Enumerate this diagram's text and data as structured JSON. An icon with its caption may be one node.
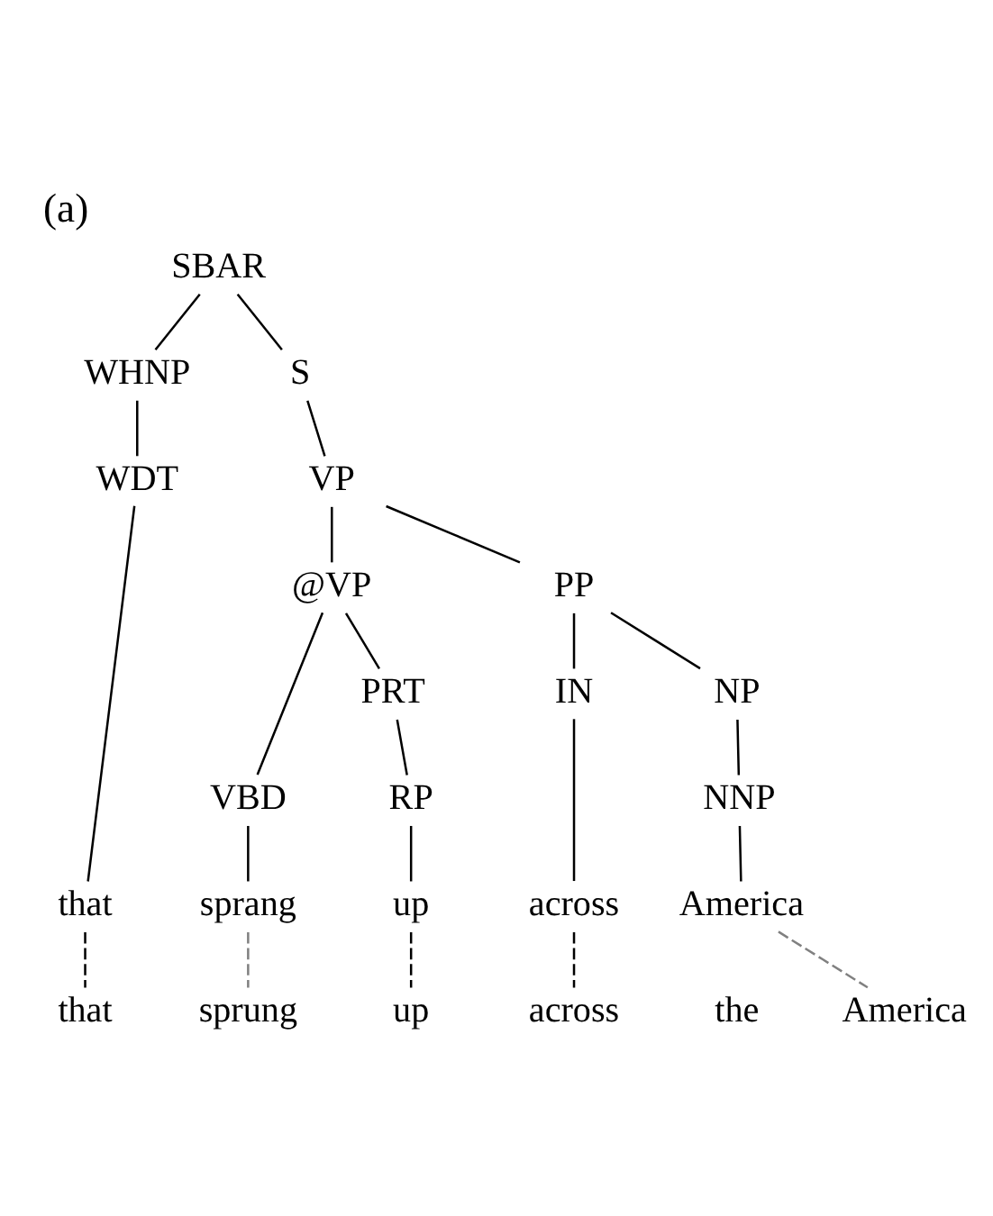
{
  "diagram": {
    "title": "(a)",
    "nodes": [
      {
        "text": [
          "SBAR"
        ]
      },
      {
        "text": [
          "WHNP"
        ]
      },
      {
        "text": [
          "S"
        ]
      },
      {
        "text": [
          "WDT"
        ]
      },
      {
        "text": [
          "VP"
        ]
      },
      {
        "text": [
          "@VP"
        ]
      },
      {
        "text": [
          "PP"
        ]
      },
      {
        "text": [
          "VBD"
        ]
      },
      {
        "text": [
          "PRT"
        ]
      },
      {
        "text": [
          "IN"
        ]
      },
      {
        "text": [
          "NP"
        ]
      },
      {
        "text": [
          "RP"
        ]
      },
      {
        "text": [
          "NNP"
        ]
      },
      {
        "text": [
          "that"
        ]
      },
      {
        "text": [
          "sprang"
        ]
      },
      {
        "text": [
          "up"
        ]
      },
      {
        "text": [
          "across"
        ]
      },
      {
        "text": [
          "America"
        ]
      },
      {
        "text": [
          "that"
        ]
      },
      {
        "text": [
          "sprung"
        ]
      },
      {
        "text": [
          "up"
        ]
      },
      {
        "text": [
          "across"
        ]
      },
      {
        "text": [
          "the"
        ]
      },
      {
        "text": [
          "America"
        ]
      }
    ],
    "edges": [
      {
        "from": 0,
        "to": 1,
        "arrow": "none"
      },
      {
        "from": 0,
        "to": 2,
        "arrow": "none"
      },
      {
        "from": 1,
        "to": 3,
        "arrow": "none"
      },
      {
        "from": 2,
        "to": 4,
        "arrow": "none"
      },
      {
        "from": 4,
        "to": 5,
        "arrow": "none"
      },
      {
        "from": 4,
        "to": 6,
        "arrow": "none"
      },
      {
        "from": 5,
        "to": 7,
        "arrow": "none"
      },
      {
        "from": 5,
        "to": 8,
        "arrow": "none"
      },
      {
        "from": 6,
        "to": 9,
        "arrow": "none"
      },
      {
        "from": 6,
        "to": 10,
        "arrow": "none"
      },
      {
        "from": 8,
        "to": 11,
        "arrow": "none"
      },
      {
        "from": 10,
        "to": 12,
        "arrow": "none"
      },
      {
        "from": 3,
        "to": 13,
        "arrow": "none"
      },
      {
        "from": 7,
        "to": 14,
        "arrow": "none"
      },
      {
        "from": 11,
        "to": 15,
        "arrow": "none"
      },
      {
        "from": 9,
        "to": 16,
        "arrow": "none"
      },
      {
        "from": 12,
        "to": 17,
        "arrow": "none"
      },
      {
        "from": 13,
        "to": 18,
        "arrow": "none",
        "style": "dashed"
      },
      {
        "from": 14,
        "to": 19,
        "arrow": "none",
        "style": "dashed",
        "color": "#808080"
      },
      {
        "from": 15,
        "to": 20,
        "arrow": "none",
        "style": "dashed"
      },
      {
        "from": 16,
        "to": 21,
        "arrow": "none",
        "style": "dashed"
      },
      {
        "from": 17,
        "to": 23,
        "arrow": "none",
        "style": "dashed",
        "color": "#808080"
      }
    ]
  }
}
